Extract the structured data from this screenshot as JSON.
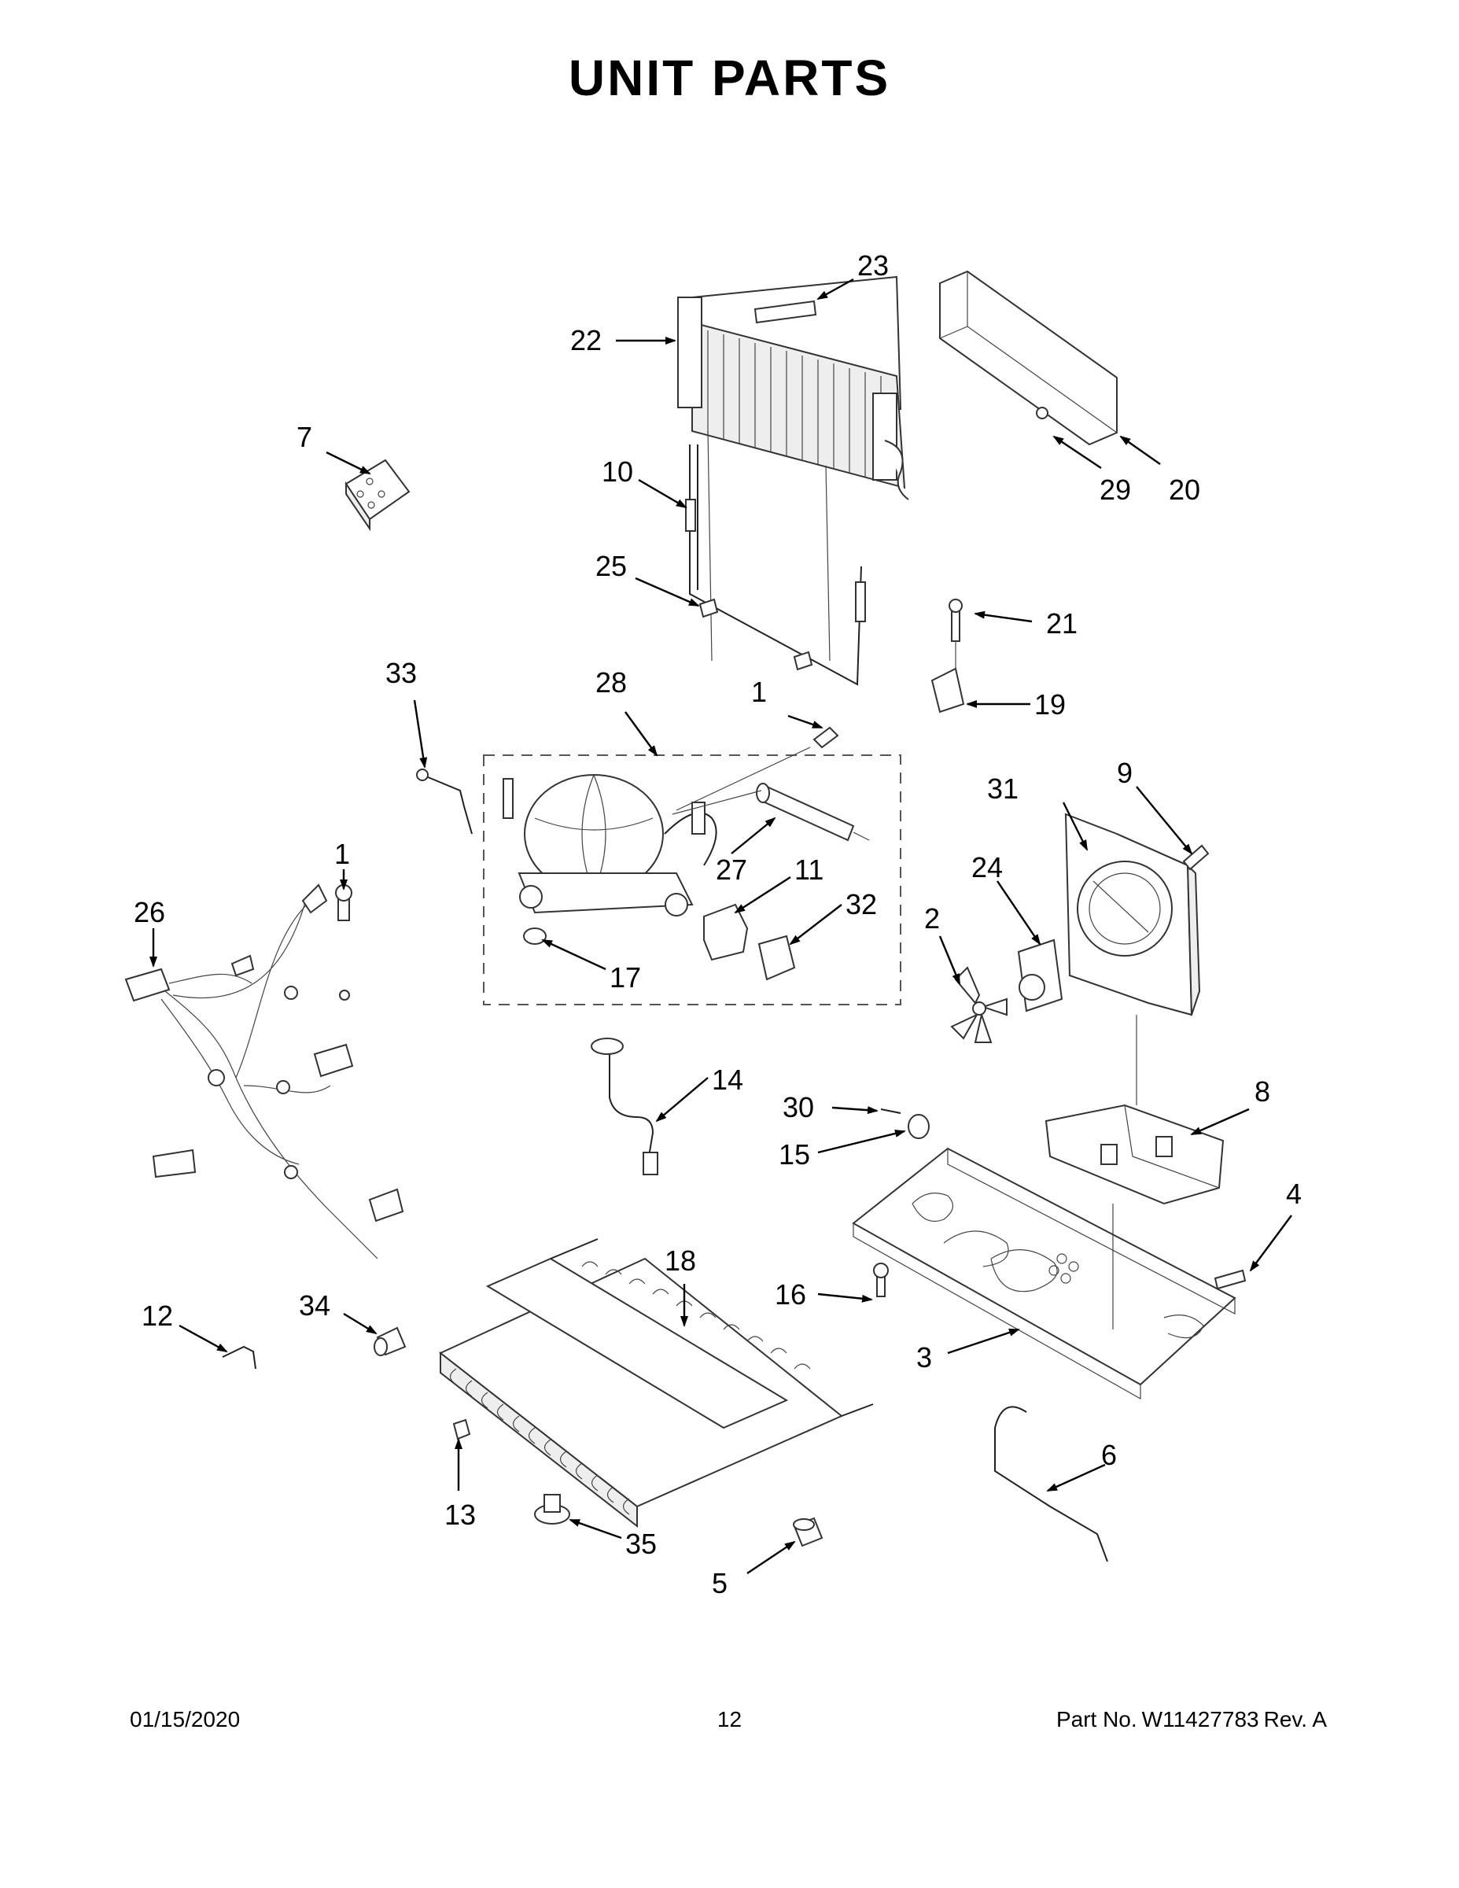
{
  "page": {
    "title": "UNIT PARTS",
    "footer": {
      "date": "01/15/2020",
      "page_number": "12",
      "part_prefix": "Part No.",
      "part_number": "W11427783",
      "revision": "Rev. A"
    }
  },
  "callouts": [
    "1",
    "1",
    "2",
    "3",
    "4",
    "5",
    "6",
    "7",
    "8",
    "9",
    "10",
    "11",
    "12",
    "13",
    "14",
    "15",
    "16",
    "17",
    "18",
    "19",
    "20",
    "21",
    "22",
    "23",
    "24",
    "25",
    "26",
    "27",
    "28",
    "29",
    "30",
    "31",
    "32",
    "33",
    "34",
    "35"
  ]
}
